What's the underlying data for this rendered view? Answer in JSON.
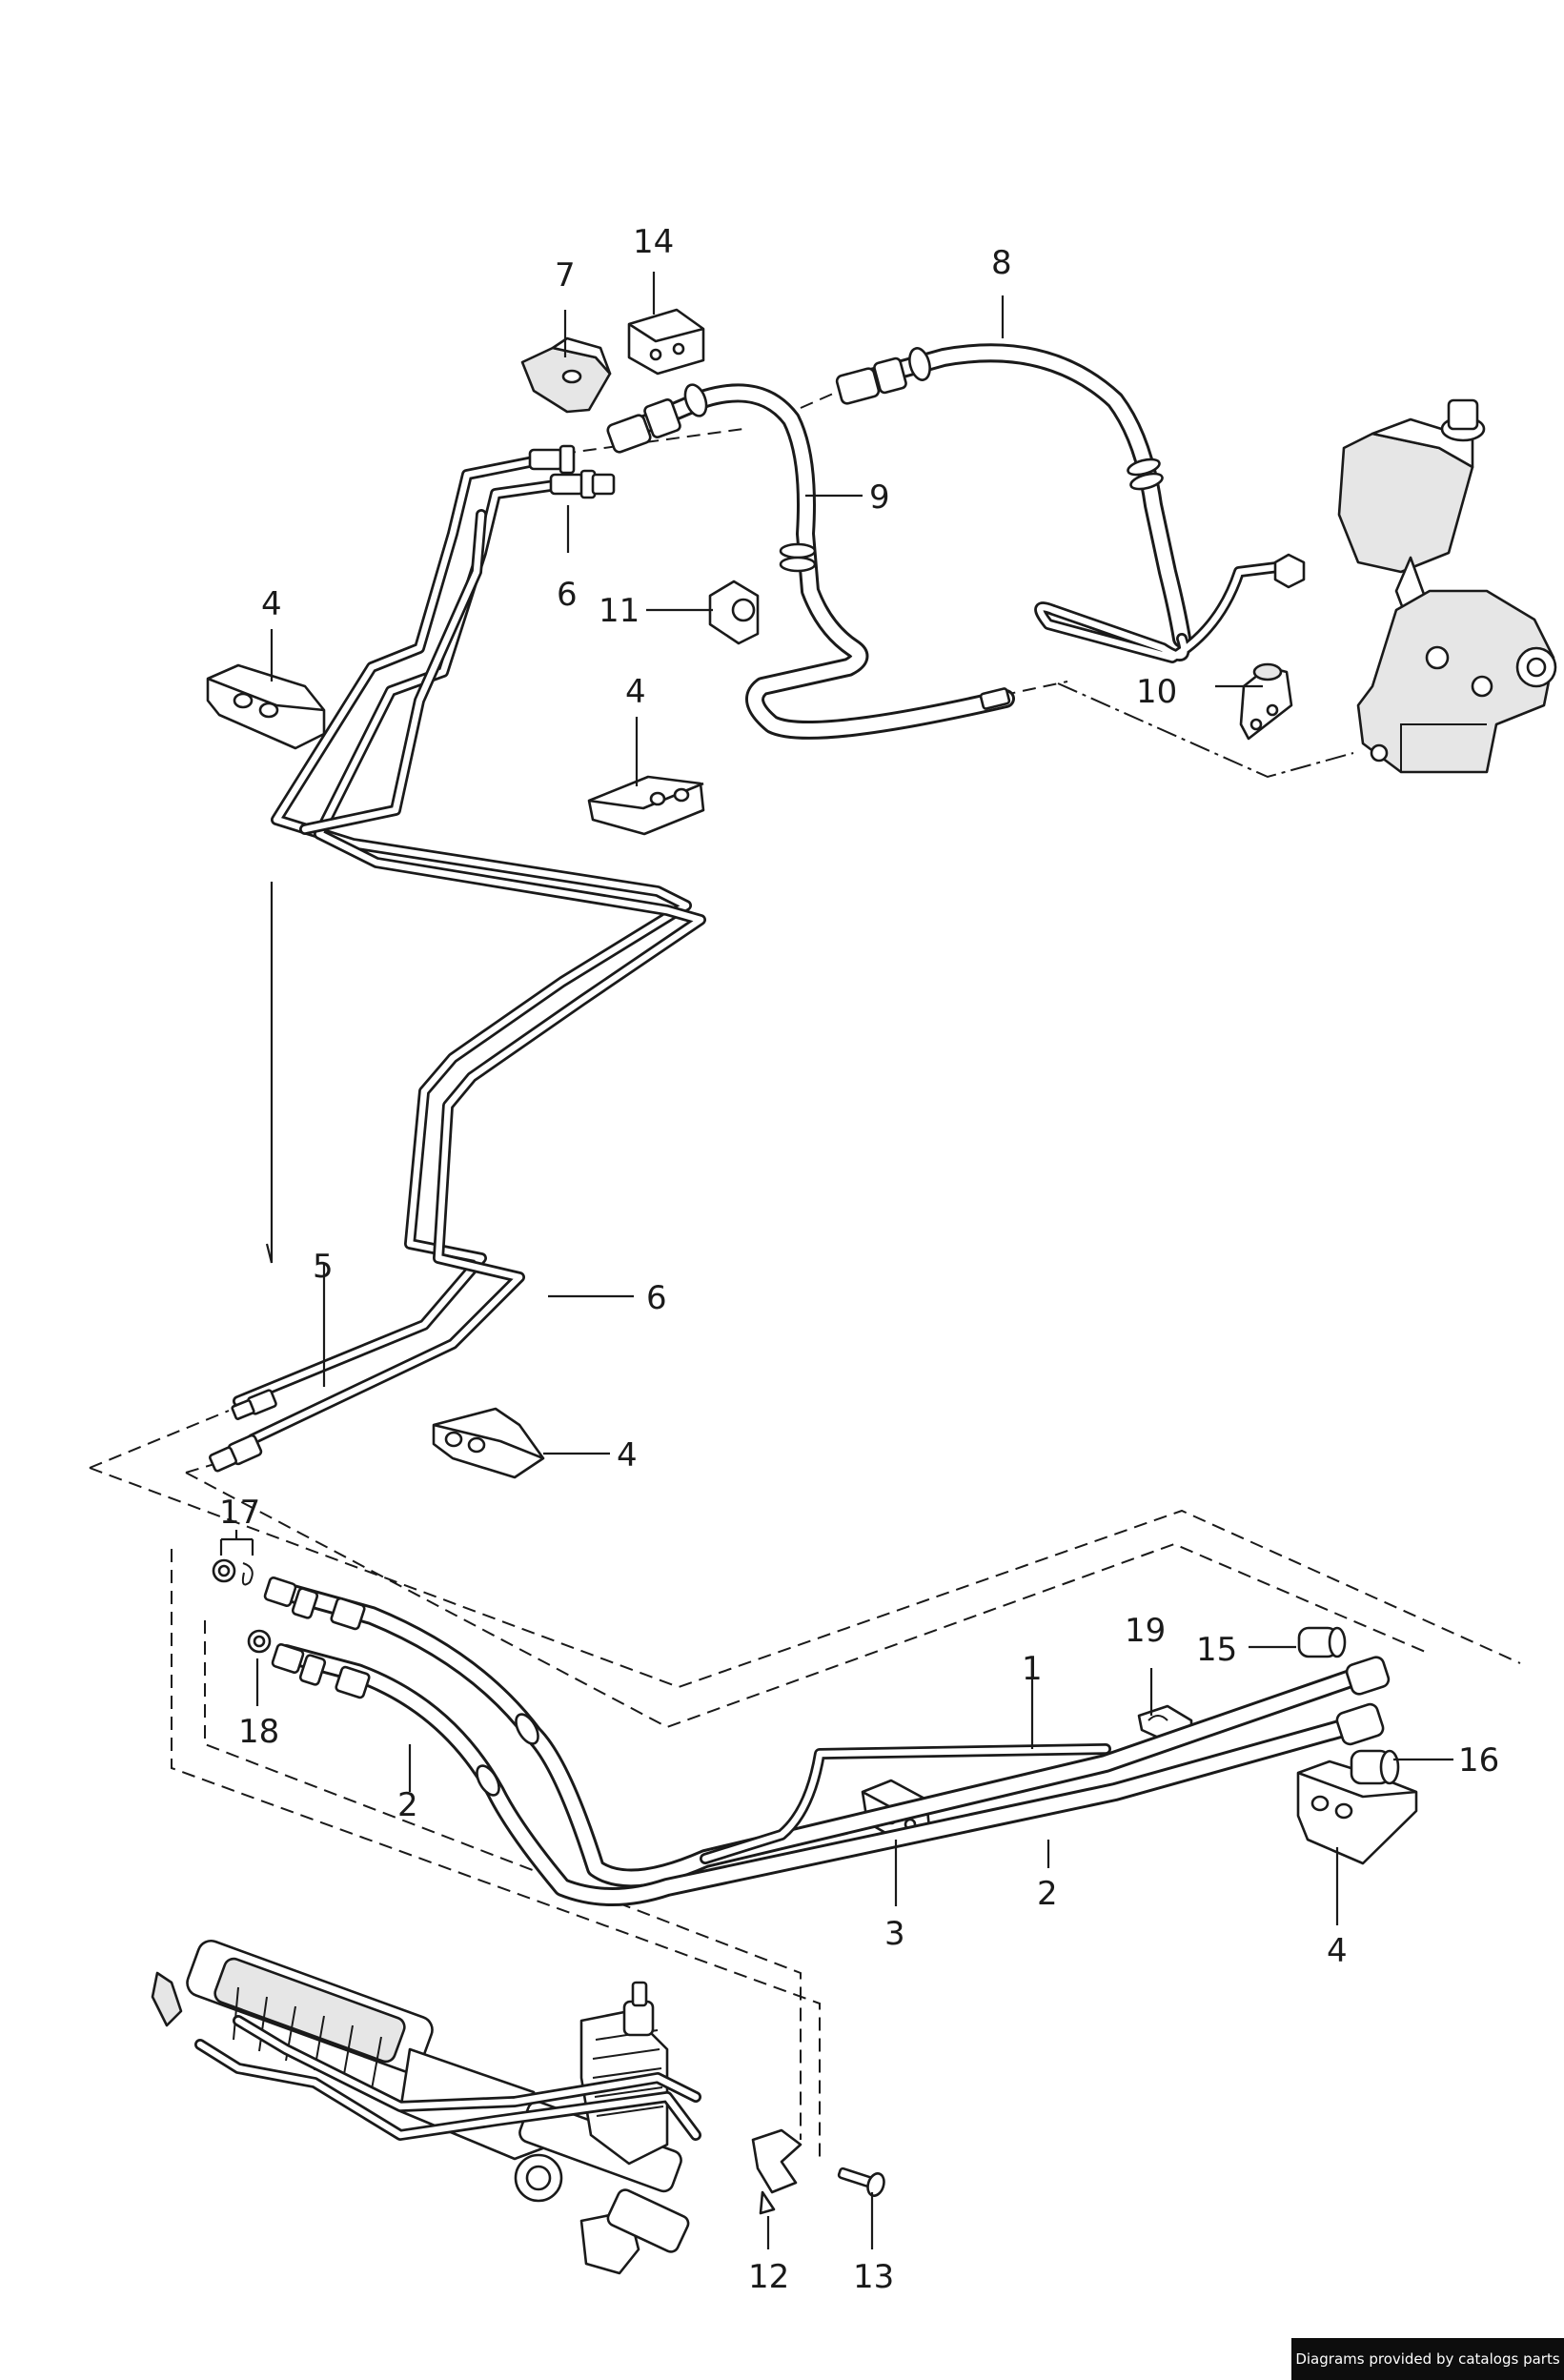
{
  "callouts": {
    "c1": "1",
    "c2a": "2",
    "c2b": "2",
    "c3": "3",
    "c4a": "4",
    "c4b": "4",
    "c4c": "4",
    "c4d": "4",
    "c5": "5",
    "c6a": "6",
    "c6b": "6",
    "c7": "7",
    "c8": "8",
    "c9": "9",
    "c10": "10",
    "c11": "11",
    "c12": "12",
    "c13": "13",
    "c14": "14",
    "c15": "15",
    "c16": "16",
    "c17": "17",
    "c18": "18",
    "c19": "19"
  },
  "credit": "Diagrams provided by catalogs parts"
}
